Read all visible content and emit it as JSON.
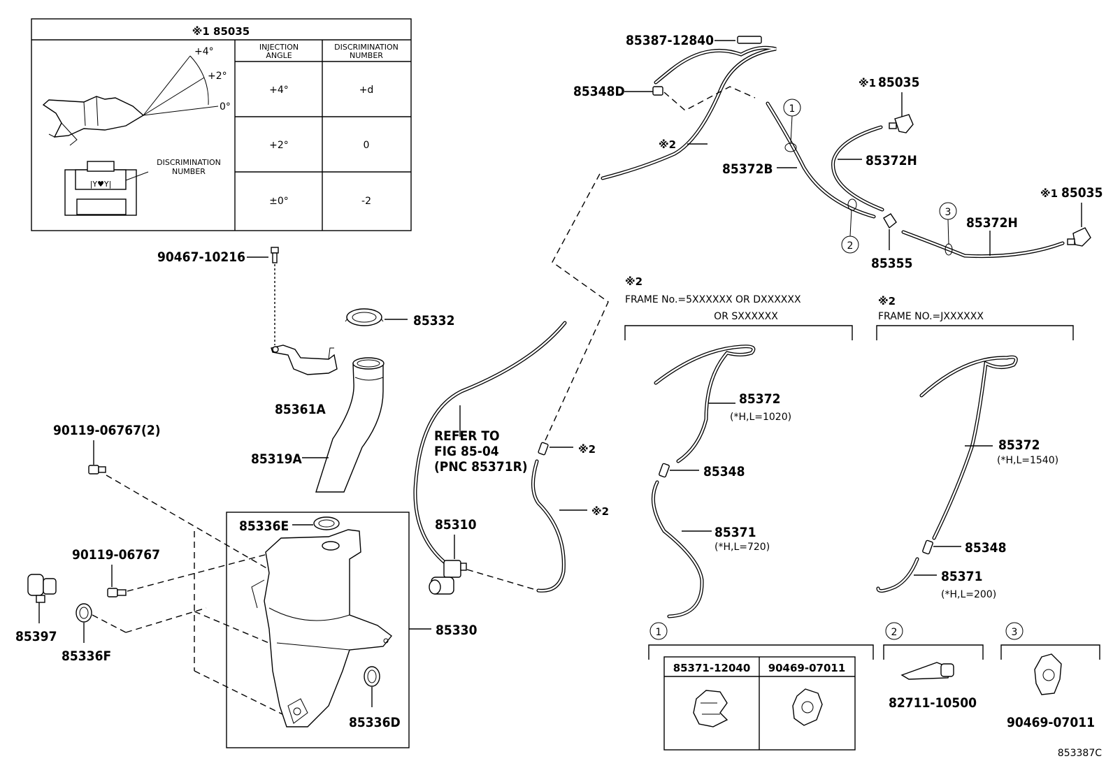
{
  "figure_id": "853387C",
  "inset": {
    "title": "※1 85035",
    "angle_marks": [
      "+4°",
      "+2°",
      "0°"
    ],
    "disc_label": "DISCRIMINATION NUMBER",
    "disc_label_lines": [
      "DISCRIMINATION",
      "NUMBER"
    ],
    "table": {
      "col1_lines": [
        "INJECTION",
        "ANGLE"
      ],
      "col2_lines": [
        "DISCRIMINATION",
        "NUMBER"
      ],
      "rows": [
        {
          "angle": "+4°",
          "number": "+d"
        },
        {
          "angle": "+2°",
          "number": "0"
        },
        {
          "angle": "±0°",
          "number": "-2"
        }
      ]
    }
  },
  "parts": {
    "p90467": "90467-10216",
    "p85332": "85332",
    "p85361A": "85361A",
    "p85319A": "85319A",
    "p90119_2": "90119-06767(2)",
    "p90119": "90119-06767",
    "p85397": "85397",
    "p85336F": "85336F",
    "p85336E": "85336E",
    "p85330": "85330",
    "p85336D": "85336D",
    "p85310": "85310",
    "p85387": "85387-12840",
    "p85348D": "85348D",
    "p85372B": "85372B",
    "p85035a": "85035",
    "p85035b": "85035",
    "p85372H_a": "85372H",
    "p85372H_b": "85372H",
    "p85355": "85355",
    "p85372_a": "85372",
    "p85348_a": "85348",
    "p85371_a": "85371",
    "p85372_b": "85372",
    "p85348_b": "85348",
    "p85371_b": "85371",
    "p85371_12040": "85371-12040",
    "p90469_a": "90469-07011",
    "p82711": "82711-10500",
    "p90469_b": "90469-07011"
  },
  "marks": {
    "note1": "※1",
    "note2": "※2",
    "c1": "1",
    "c2": "2",
    "c3": "3"
  },
  "refer": {
    "lines": [
      "REFER TO",
      "FIG 85-04",
      "(PNC 85371R)"
    ]
  },
  "frames": {
    "left_lines": [
      "FRAME No.=5XXXXXX OR DXXXXXX",
      "OR SXXXXXX"
    ],
    "right_line": "FRAME NO.=JXXXXXX"
  },
  "lengths": {
    "l85372a": "(*H,L=1020)",
    "l85371a": "(*H,L=720)",
    "l85372b": "(*H,L=1540)",
    "l85371b": "(*H,L=200)"
  }
}
